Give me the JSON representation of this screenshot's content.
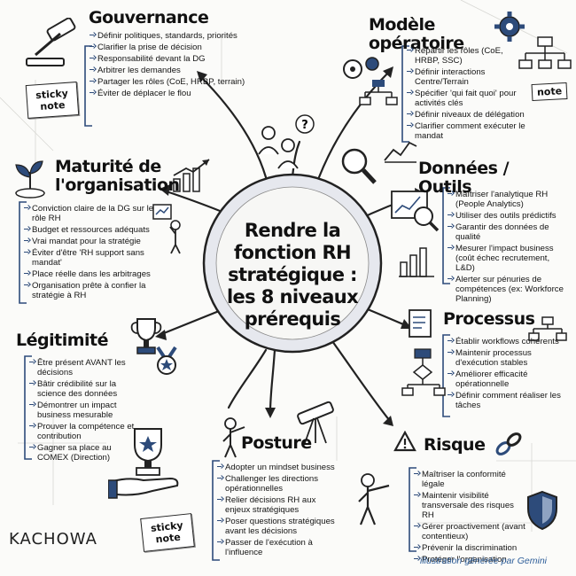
{
  "center": {
    "title": "Rendre la fonction RH stratégique : les 8 niveaux prérequis"
  },
  "sections": {
    "gouvernance": {
      "title": "Gouvernance",
      "items": [
        "Définir politiques, standards, priorités",
        "Clarifier la prise de décision",
        "Responsabilité devant la DG",
        "Arbitrer les demandes",
        "Partager les rôles (CoE, HRBP, terrain)",
        "Éviter de déplacer le flou"
      ]
    },
    "modele": {
      "title": "Modèle opératoire",
      "items": [
        "Répartir les rôles (CoE, HRBP, SSC)",
        "Définir interactions Centre/Terrain",
        "Spécifier 'qui fait quoi' pour activités clés",
        "Définir niveaux de délégation",
        "Clarifier comment exécuter le mandat"
      ]
    },
    "maturite": {
      "title": "Maturité de l'organisation",
      "items": [
        "Conviction claire de la DG sur le rôle RH",
        "Budget et ressources adéquats",
        "Vrai mandat pour la stratégie",
        "Éviter d'être 'RH support sans mandat'",
        "Place réelle dans les arbitrages",
        "Organisation prête à confier la stratégie à RH"
      ]
    },
    "donnees": {
      "title": "Données / Outils",
      "items": [
        "Maîtriser l'analytique RH (People Analytics)",
        "Utiliser des outils prédictifs",
        "Garantir des données de qualité",
        "Mesurer l'impact business (coût échec recrutement, L&D)",
        "Alerter sur pénuries de compétences (ex: Workforce Planning)"
      ]
    },
    "legitimite": {
      "title": "Légitimité",
      "items": [
        "Être présent AVANT les décisions",
        "Bâtir crédibilité sur la science des données",
        "Démontrer un impact business mesurable",
        "Prouver la compétence et contribution",
        "Gagner sa place au COMEX (Direction)"
      ]
    },
    "processus": {
      "title": "Processus",
      "items": [
        "Établir workflows cohérents",
        "Maintenir processus d'exécution stables",
        "Améliorer efficacité opérationnelle",
        "Définir comment réaliser les tâches"
      ]
    },
    "posture": {
      "title": "Posture",
      "items": [
        "Adopter un mindset business",
        "Challenger les directions opérationnelles",
        "Relier décisions RH aux enjeux stratégiques",
        "Poser questions stratégiques avant les décisions",
        "Passer de l'exécution à l'influence"
      ]
    },
    "risque": {
      "title": "Risque",
      "items": [
        "Maîtriser la conformité légale",
        "Maintenir visibilité transversale des risques RH",
        "Gérer proactivement (avant contentieux)",
        "Prévenir la discrimination",
        "Protéger l'organisation"
      ]
    }
  },
  "notes": {
    "sticky_top": "sticky note",
    "sticky_bottom": "sticky note",
    "note_label": "note"
  },
  "logo": "KACHOWA",
  "credit": "illustration générée par Gemini",
  "colors": {
    "accent": "#2d4b7a",
    "sphere": "#dfe3ea",
    "outline": "#222222"
  }
}
